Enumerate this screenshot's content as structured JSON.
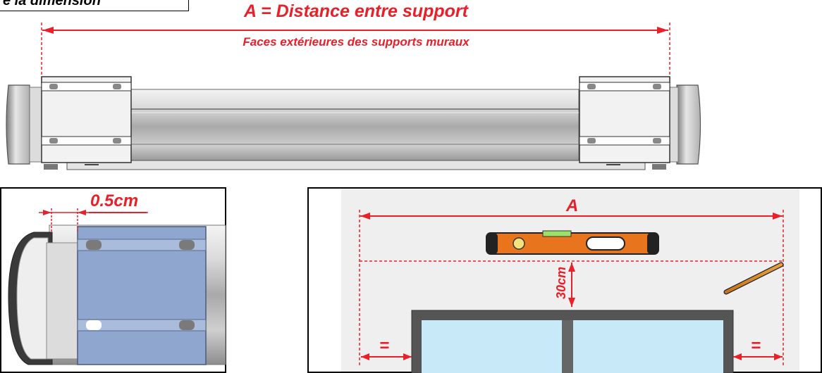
{
  "header": {
    "corner_label": "e la dimension",
    "title": "A = Distance entre support",
    "subtitle": "Faces extérieures des supports muraux"
  },
  "detail": {
    "offset_label": "0.5cm"
  },
  "wall": {
    "width_label": "A",
    "height_label": "30cm",
    "left_equal": "=",
    "right_equal": "="
  },
  "colors": {
    "accent": "#e8202a",
    "bracket_blue": "#8fa6cf",
    "level_orange": "#e8741e",
    "glass": "#c8e9f8",
    "frame": "#555555",
    "wall_bg": "#efefef"
  }
}
